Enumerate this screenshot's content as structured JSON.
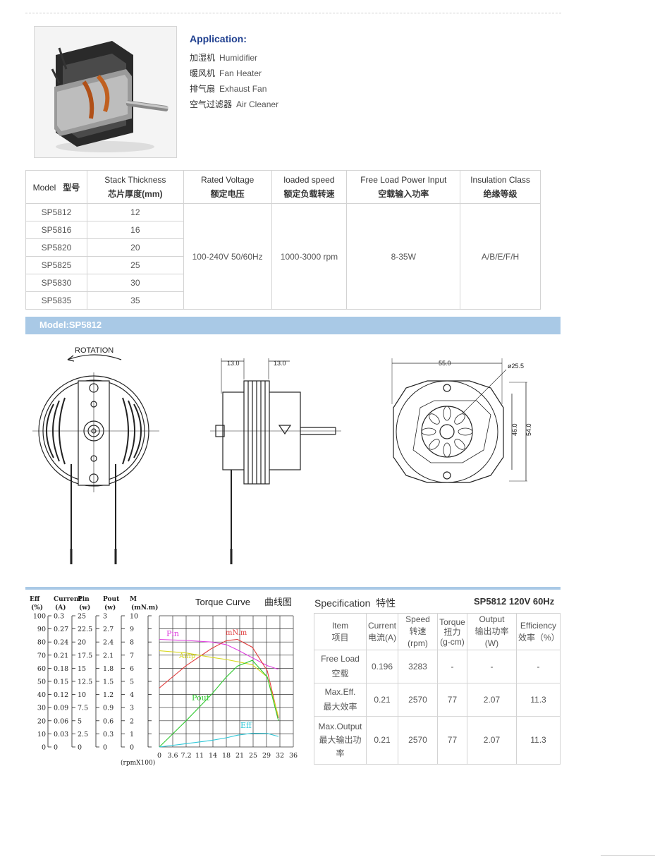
{
  "application": {
    "title": "Application:",
    "items": [
      {
        "cn": "加湿机",
        "en": "Humidifier"
      },
      {
        "cn": "暖风机",
        "en": "Fan Heater"
      },
      {
        "cn": "排气扇",
        "en": "Exhaust Fan"
      },
      {
        "cn": "空气过滤器",
        "en": "Air Cleaner"
      }
    ]
  },
  "spec_table": {
    "headers": [
      {
        "en": "Model",
        "cn": "型号"
      },
      {
        "en": "Stack Thickness",
        "cn": "芯片厚度(mm)"
      },
      {
        "en": "Rated Voltage",
        "cn": "额定电压"
      },
      {
        "en": "loaded speed",
        "cn": "额定负载转速"
      },
      {
        "en": "Free Load Power Input",
        "cn": "空载输入功率"
      },
      {
        "en": "Insulation Class",
        "cn": "绝缘等级"
      }
    ],
    "rows": [
      {
        "model": "SP5812",
        "stack": "12"
      },
      {
        "model": "SP5816",
        "stack": "16"
      },
      {
        "model": "SP5820",
        "stack": "20"
      },
      {
        "model": "SP5825",
        "stack": "25"
      },
      {
        "model": "SP5830",
        "stack": "30"
      },
      {
        "model": "SP5835",
        "stack": "35"
      }
    ],
    "shared": {
      "voltage": "100-240V 50/60Hz",
      "speed": "1000-3000 rpm",
      "power": "8-35W",
      "insulation": "A/B/E/F/H"
    }
  },
  "model_bar": "Model:SP5812",
  "drawings": {
    "rotation_label": "ROTATION",
    "dim_a": "13.0",
    "dim_b": "13.0",
    "dim_width": "55.0",
    "dim_diam": "ø25.5",
    "dim_h1": "46.0",
    "dim_h2": "54.0"
  },
  "curve": {
    "title": "Torque Curve",
    "title_cn": "曲线图",
    "axis_heads": [
      {
        "name": "Eff",
        "unit": "(%)"
      },
      {
        "name": "Current",
        "unit": "(A)"
      },
      {
        "name": "Pin",
        "unit": "(w)"
      },
      {
        "name": "Pout",
        "unit": "(w)"
      },
      {
        "name": "M",
        "unit": "(mN.m)"
      }
    ],
    "x_label": "(rpmX100)",
    "series_labels": {
      "pin": "Pin",
      "mnm": "mN.m",
      "amp": "Amp",
      "pout": "Pout",
      "eff": "Eff"
    }
  },
  "chart_data": {
    "type": "line",
    "title": "Torque Curve 曲线图",
    "xlabel": "(rpmX100)",
    "x_ticks": [
      "0",
      "3.6",
      "7.2",
      "11",
      "14",
      "18",
      "21",
      "25",
      "29",
      "32",
      "36"
    ],
    "axes": {
      "eff": [
        "100",
        "90",
        "80",
        "70",
        "60",
        "50",
        "40",
        "30",
        "20",
        "10",
        "0"
      ],
      "current": [
        "0.3",
        "0.27",
        "0.24",
        "0.21",
        "0.18",
        "0.15",
        "0.12",
        "0.09",
        "0.06",
        "0.03",
        "0"
      ],
      "pin": [
        "25",
        "22.5",
        "20",
        "17.5",
        "15",
        "12.5",
        "10",
        "7.5",
        "5",
        "2.5",
        "0"
      ],
      "pout": [
        "3",
        "2.7",
        "2.4",
        "2.1",
        "1.8",
        "1.5",
        "1.2",
        "0.9",
        "0.6",
        "0.3",
        "0"
      ],
      "m": [
        "10",
        "9",
        "8",
        "7",
        "6",
        "5",
        "4",
        "3",
        "2",
        "1",
        "0"
      ]
    },
    "grid": true,
    "series": [
      {
        "name": "Pin",
        "color": "#e040e0",
        "points": [
          [
            0,
            20.5
          ],
          [
            7.2,
            20.3
          ],
          [
            14,
            20
          ],
          [
            18,
            19.5
          ],
          [
            21,
            18.5
          ],
          [
            25,
            17
          ],
          [
            29,
            15.5
          ],
          [
            32,
            14.8
          ]
        ]
      },
      {
        "name": "mN.m",
        "color": "#e04040",
        "points": [
          [
            0,
            4.5
          ],
          [
            7.2,
            6.2
          ],
          [
            14,
            7.5
          ],
          [
            18,
            8.1
          ],
          [
            21,
            8.2
          ],
          [
            25,
            7.6
          ],
          [
            29,
            5.8
          ],
          [
            32,
            2.2
          ]
        ]
      },
      {
        "name": "Amp",
        "color": "#d8d820",
        "points": [
          [
            0,
            0.22
          ],
          [
            7.2,
            0.215
          ],
          [
            14,
            0.205
          ],
          [
            18,
            0.2
          ],
          [
            21,
            0.195
          ],
          [
            25,
            0.188
          ],
          [
            29,
            0.16
          ],
          [
            32,
            0.07
          ]
        ]
      },
      {
        "name": "Pout",
        "color": "#30c830",
        "points": [
          [
            0,
            0
          ],
          [
            7.2,
            0.6
          ],
          [
            14,
            1.2
          ],
          [
            18,
            1.6
          ],
          [
            21,
            1.85
          ],
          [
            25,
            1.98
          ],
          [
            29,
            1.6
          ],
          [
            32,
            0.6
          ]
        ]
      },
      {
        "name": "Eff",
        "color": "#30c8d8",
        "points": [
          [
            0,
            0
          ],
          [
            7.2,
            2.5
          ],
          [
            14,
            5
          ],
          [
            18,
            7
          ],
          [
            21,
            9
          ],
          [
            25,
            10.5
          ],
          [
            29,
            10.3
          ],
          [
            32,
            8
          ]
        ]
      }
    ]
  },
  "perf": {
    "title": "Specification",
    "title_cn": "特性",
    "model_label": "SP5812 120V 60Hz",
    "headers": [
      {
        "l1": "Item",
        "l2": "项目"
      },
      {
        "l1": "Current",
        "l2": "电流(A)"
      },
      {
        "l1": "Speed",
        "l2": "转速(rpm)"
      },
      {
        "l1": "Torque",
        "l2": "扭力",
        "l3": "(g-cm)"
      },
      {
        "l1": "Output",
        "l2": "输出功率(W)"
      },
      {
        "l1": "Efficiency",
        "l2": "效率（%）"
      }
    ],
    "rows": [
      {
        "item1": "Free Load",
        "item2": "空载",
        "current": "0.196",
        "speed": "3283",
        "torque": "-",
        "output": "-",
        "eff": "-"
      },
      {
        "item1": "Max.Eff.",
        "item2": "最大效率",
        "current": "0.21",
        "speed": "2570",
        "torque": "77",
        "output": "2.07",
        "eff": "11.3"
      },
      {
        "item1": "Max.Output",
        "item2": "最大输出功",
        "item3": "率",
        "current": "0.21",
        "speed": "2570",
        "torque": "77",
        "output": "2.07",
        "eff": "11.3"
      }
    ]
  }
}
